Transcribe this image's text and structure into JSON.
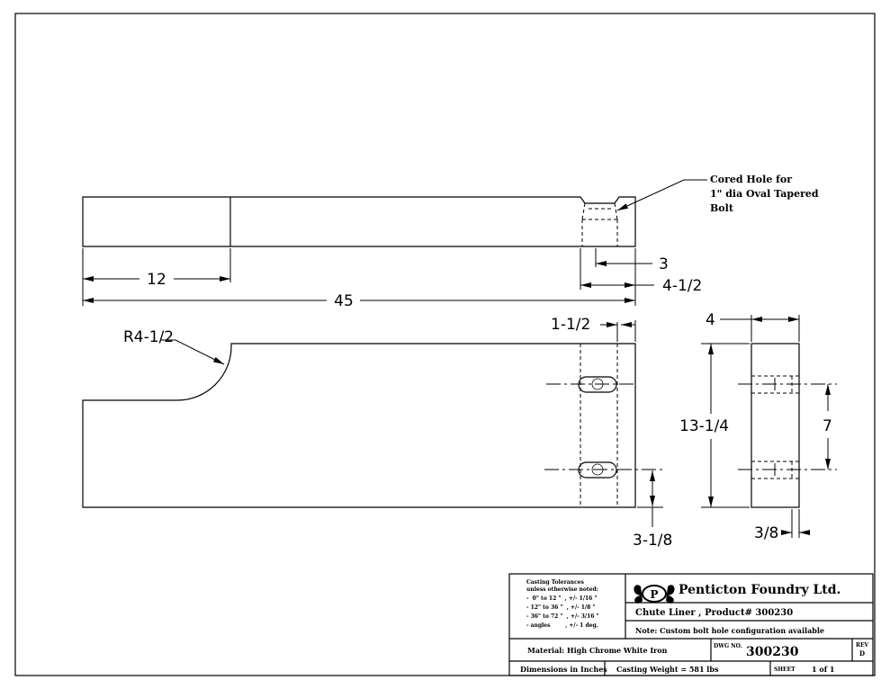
{
  "drawing": {
    "dims": {
      "d_12": "12",
      "d_45": "45",
      "d_3": "3",
      "d_4_1_2": "4-1/2",
      "d_1_1_2": "1-1/2",
      "d_r4_1_2": "R4-1/2",
      "d_4": "4",
      "d_13_1_4": "13-1/4",
      "d_7": "7",
      "d_3_1_8": "3-1/8",
      "d_3_8": "3/8"
    },
    "callout": {
      "line1": "Cored Hole for",
      "line2": "1\" dia Oval Tapered",
      "line3": "Bolt"
    }
  },
  "title_block": {
    "tolerances": {
      "l1": "Casting Tolerances",
      "l2": "unless otherwise noted:",
      "l3": "-  0\" to 12 \"  , +/- 1/16 \"",
      "l4": "- 12\" to 36 \"  , +/- 1/8 \"",
      "l5": "- 36\" to 72 \"  , +/- 3/16 \"",
      "l6": "- angles        , +/- 1 deg."
    },
    "company": "Penticton Foundry Ltd.",
    "logo_letter": "P",
    "product": "Chute Liner , Product# 300230",
    "note": "Note: Custom bolt hole configuration available",
    "material": "Material: High Chrome White Iron",
    "dwg_label": "DWG NO.",
    "dwg_no": "300230",
    "rev_label": "REV",
    "rev": "D",
    "units": "Dimensions in Inches",
    "weight": "Casting Weight = 581 lbs",
    "sheet_label": "SHEET",
    "sheet": "1 of 1"
  }
}
